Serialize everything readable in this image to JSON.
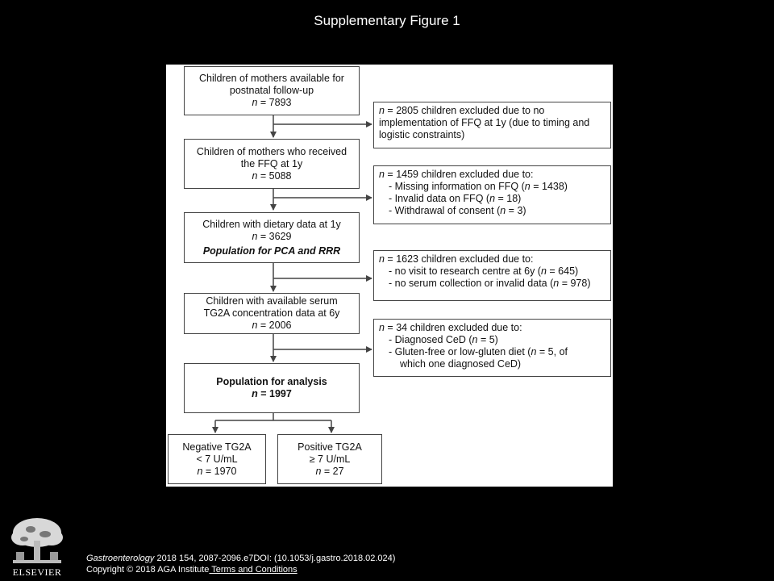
{
  "slide": {
    "title": "Supplementary Figure 1"
  },
  "flow": {
    "n_prefix": "n",
    "box1": {
      "line1": "Children of mothers available for",
      "line2": "postnatal follow-up",
      "n": " = 7893"
    },
    "box2": {
      "line1": "Children of mothers who received",
      "line2": "the FFQ at 1y",
      "n": " = 5088"
    },
    "box3": {
      "line1": "Children with dietary data at 1y",
      "n": " = 3629",
      "line3": "Population for PCA and RRR"
    },
    "box4": {
      "line1": "Children with available serum",
      "line2": "TG2A concentration data at 6y",
      "n": " = 2006"
    },
    "box5": {
      "line1": "Population for analysis",
      "n": " = 1997"
    },
    "box6": {
      "line1": "Negative TG2A",
      "line2": "< 7 U/mL",
      "n": " = 1970"
    },
    "box7": {
      "line1": "Positive TG2A",
      "line2": "≥ 7 U/mL",
      "n": " = 27"
    },
    "excl1": {
      "l1": " = 2805 children excluded due to no",
      "l2": "implementation of FFQ at 1y (due to timing and",
      "l3": "logistic constraints)"
    },
    "excl2": {
      "l1": " = 1459 children excluded due to:",
      "l2": "- Missing information on FFQ (",
      "l2n": " = 1438)",
      "l3": "- Invalid data on FFQ (",
      "l3n": " = 18)",
      "l4": "- Withdrawal of consent (",
      "l4n": " = 3)"
    },
    "excl3": {
      "l1": " = 1623 children excluded due to:",
      "l2": "- no visit to research centre at 6y (",
      "l2n": " = 645)",
      "l3": "- no serum collection or invalid data (",
      "l3n": " = 978)"
    },
    "excl4": {
      "l1": " = 34 children excluded due to:",
      "l2": "- Diagnosed CeD (",
      "l2n": " = 5)",
      "l3": "- Gluten-free or low-gluten diet (",
      "l3n": " = 5, of",
      "l4": "which one diagnosed CeD)"
    }
  },
  "footer": {
    "journal": "Gastroenterology",
    "citation": " 2018 154, 2087-2096.e7DOI: (10.1053/j.gastro.2018.02.024)",
    "copyright": "Copyright © 2018 AGA Institute",
    "terms": " Terms and Conditions"
  },
  "logo": {
    "icon": "elsevier-tree-icon",
    "word": "ELSEVIER"
  }
}
